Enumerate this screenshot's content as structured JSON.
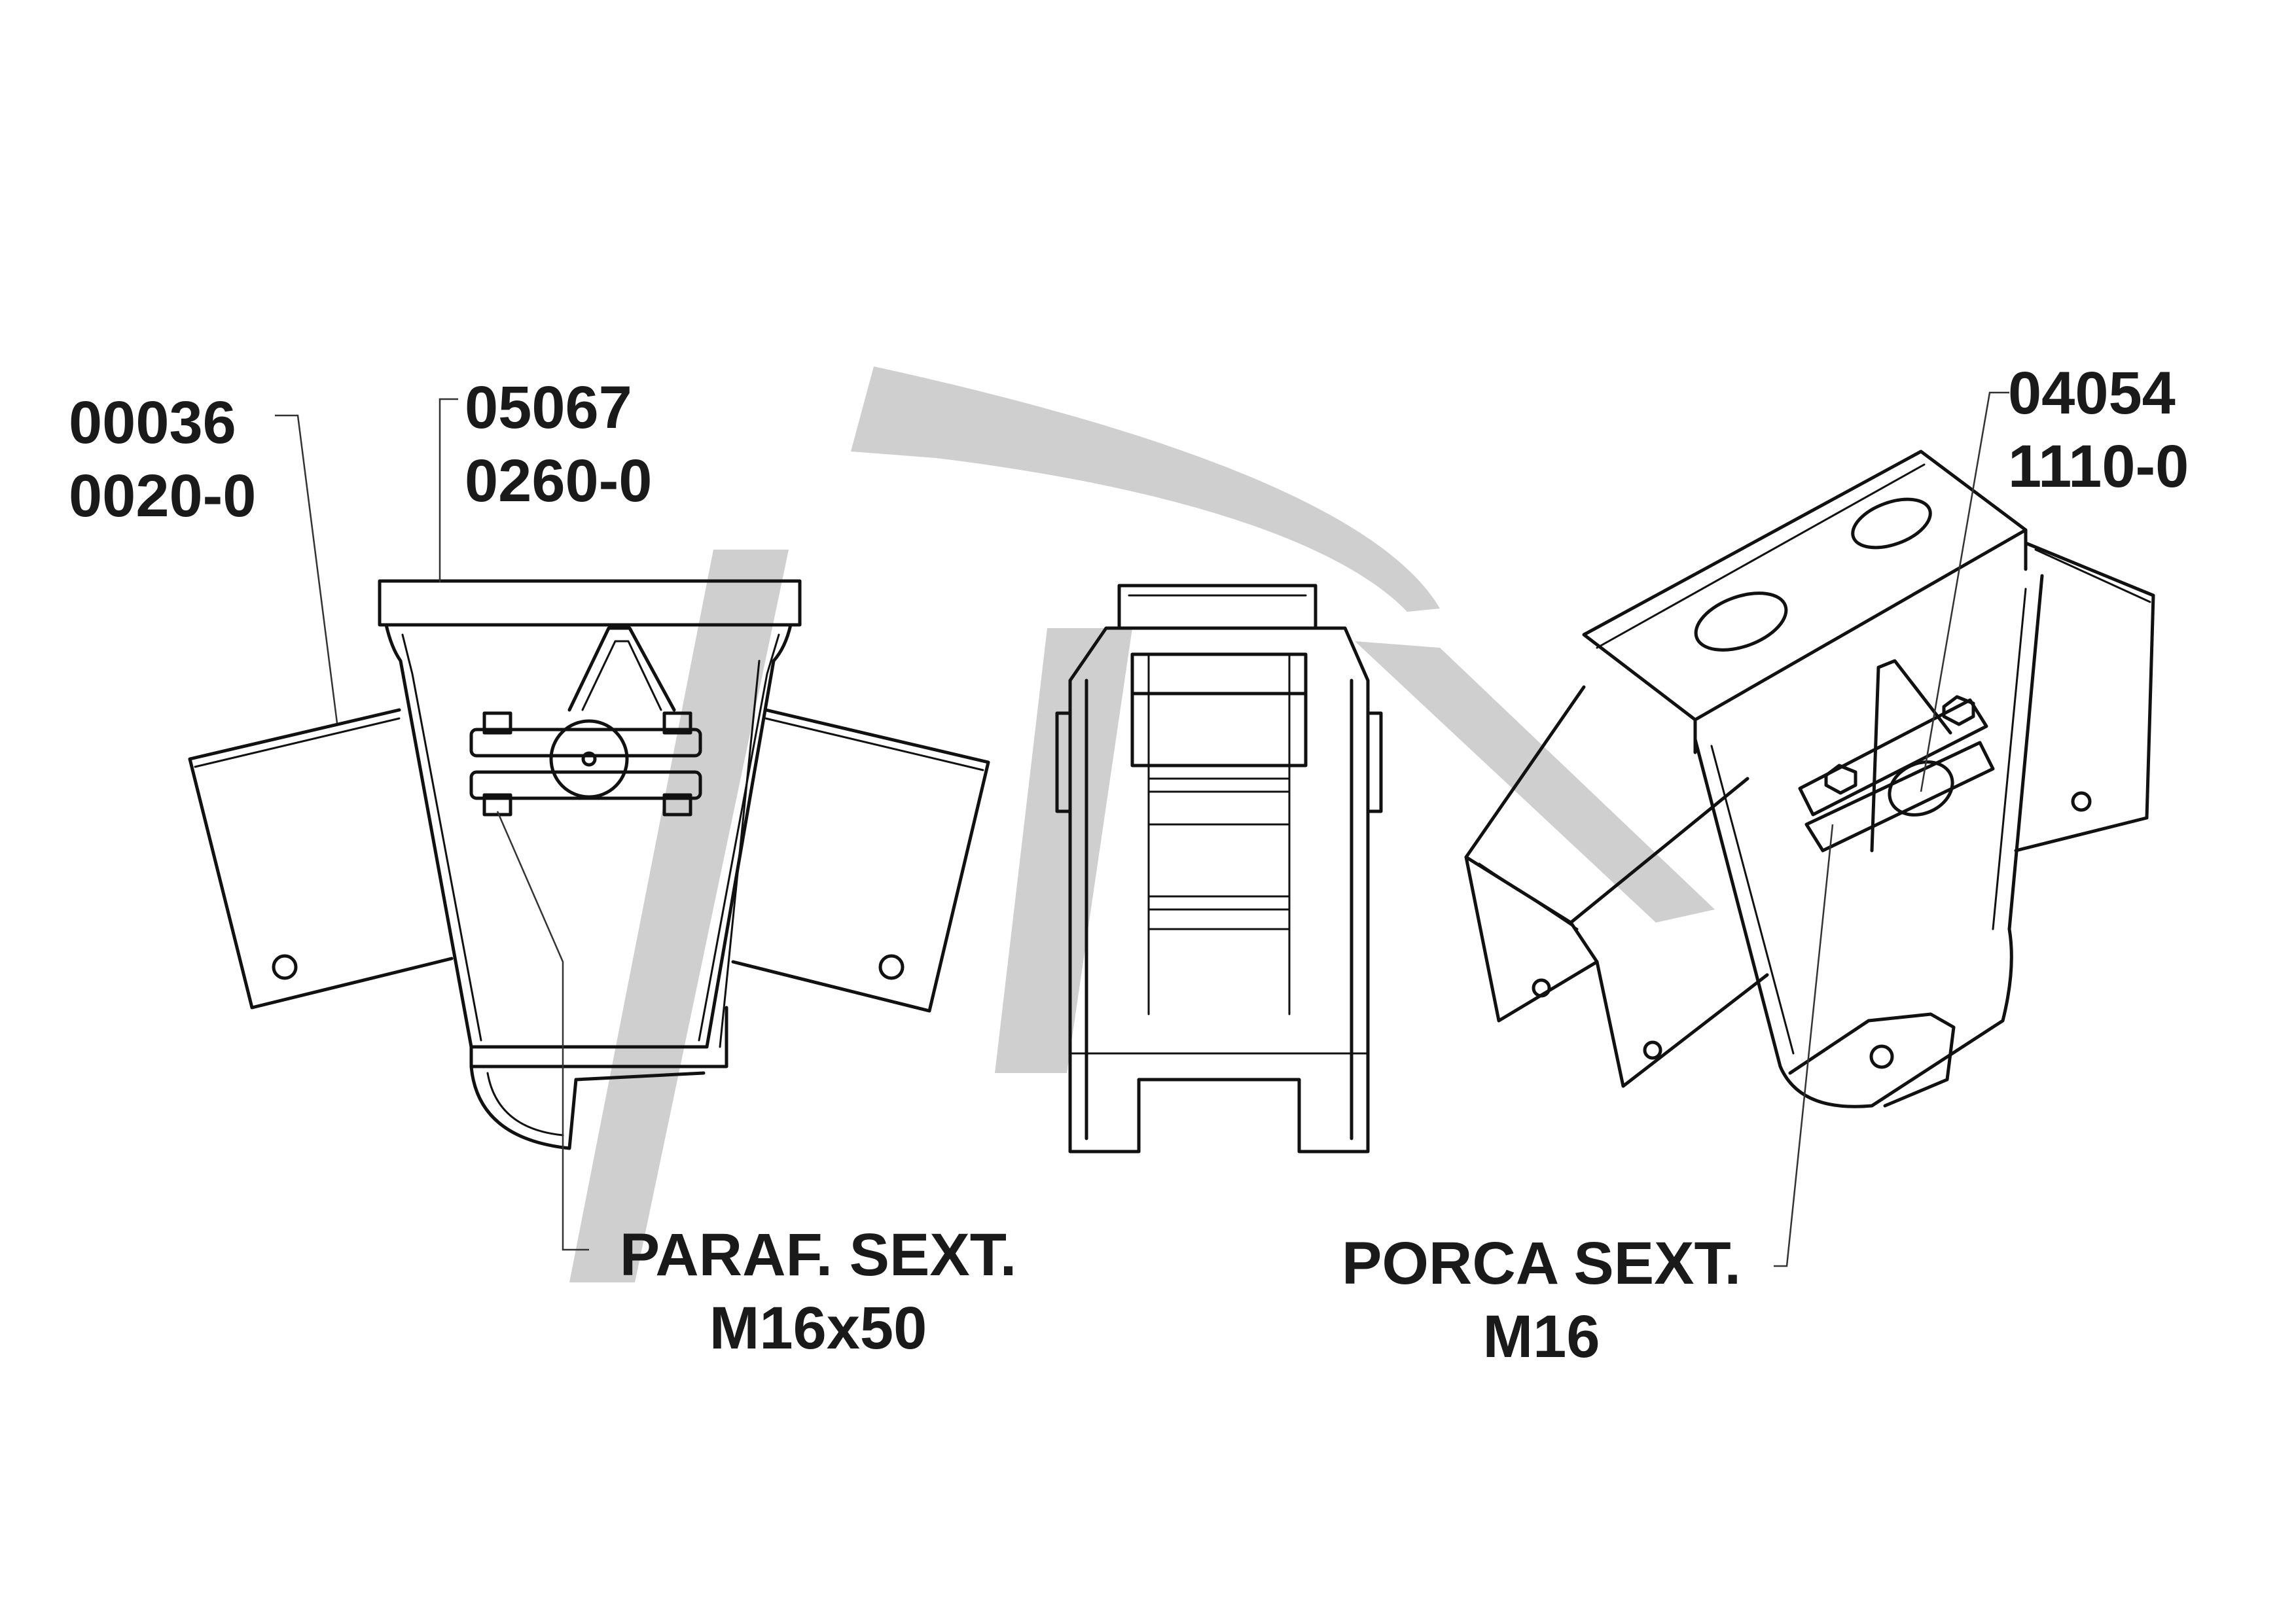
{
  "callouts": {
    "part_a": {
      "line1": "00036",
      "line2": "0020-0"
    },
    "part_b": {
      "line1": "05067",
      "line2": "0260-0"
    },
    "part_c": {
      "line1": "04054",
      "line2": "1110-0"
    },
    "bolt": {
      "line1": "PARAF. SEXT.",
      "line2": "M16x50"
    },
    "nut": {
      "line1": "PORCA SEXT.",
      "line2": "M16"
    }
  },
  "watermark": {
    "color": "#cfcfcf"
  }
}
